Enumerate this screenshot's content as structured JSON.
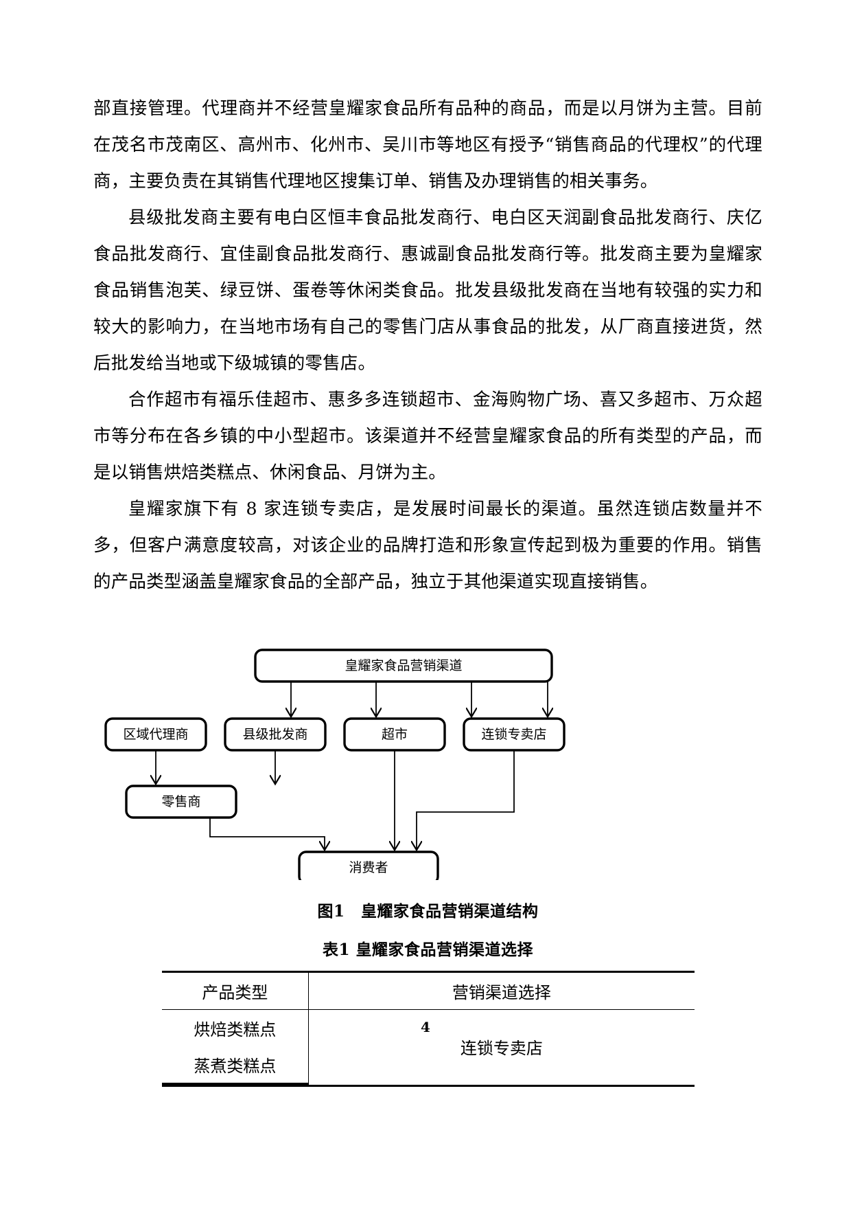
{
  "document": {
    "page_number": "4",
    "paragraphs": [
      {
        "id": "p1",
        "indent": false,
        "text": "部直接管理。代理商并不经营皇耀家食品所有品种的商品，而是以月饼为主营。目前在茂名市茂南区、高州市、化州市、吴川市等地区有授予“销售商品的代理权”的代理商，主要负责在其销售代理地区搜集订单、销售及办理销售的相关事务。"
      },
      {
        "id": "p2",
        "indent": true,
        "text": "县级批发商主要有电白区恒丰食品批发商行、电白区天润副食品批发商行、庆亿食品批发商行、宜佳副食品批发商行、惠诚副食品批发商行等。批发商主要为皇耀家食品销售泡芙、绿豆饼、蛋卷等休闲类食品。批发县级批发商在当地有较强的实力和较大的影响力，在当地市场有自己的零售门店从事食品的批发，从厂商直接进货，然后批发给当地或下级城镇的零售店。"
      },
      {
        "id": "p3",
        "indent": true,
        "text": "合作超市有福乐佳超市、惠多多连锁超市、金海购物广场、喜又多超市、万众超市等分布在各乡镇的中小型超市。该渠道并不经营皇耀家食品的所有类型的产品，而是以销售烘焙类糕点、休闲食品、月饼为主。"
      },
      {
        "id": "p4",
        "indent": true,
        "text": "皇耀家旗下有 8 家连锁专卖店，是发展时间最长的渠道。虽然连锁店数量并不多，但客户满意度较高，对该企业的品牌打造和形象宣传起到极为重要的作用。销售的产品类型涵盖皇耀家食品的全部产品，独立于其他渠道实现直接销售。"
      }
    ]
  },
  "figure": {
    "caption": "图1　皇耀家食品营销渠道结构",
    "nodes": {
      "root": "皇耀家食品营销渠道",
      "channel_1": "区域代理商",
      "channel_2": "县级批发商",
      "channel_3": "超市",
      "channel_4": "连锁专卖店",
      "retailer": "零售商",
      "consumer": "消费者"
    }
  },
  "table": {
    "caption": "表1 皇耀家食品营销渠道选择",
    "headers": [
      "产品类型",
      "营销渠道选择"
    ],
    "rows": [
      {
        "type": "烘焙类糕点",
        "channel": "连锁专卖店"
      },
      {
        "type": "蒸煮类糕点",
        "channel": ""
      }
    ]
  }
}
